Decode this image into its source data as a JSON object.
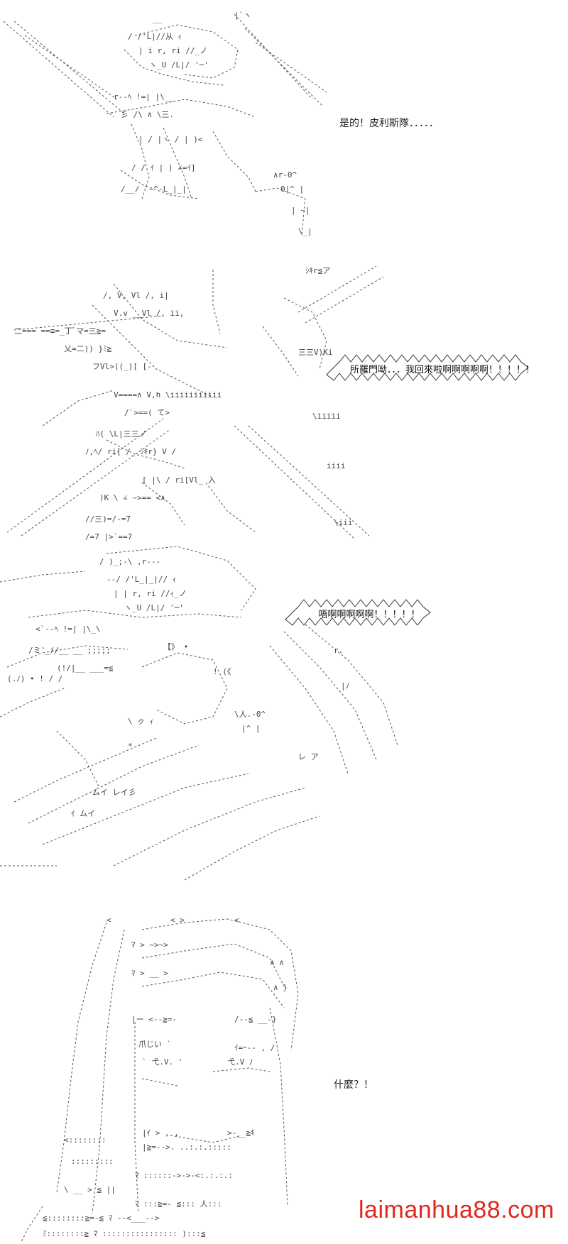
{
  "panels": [
    {
      "caption": "是的！皮利斯隊．．．．．"
    },
    {
      "caption": "所羅門呦．．．我回來啦啊啊啊啊啊！！！！！"
    },
    {
      "caption": "唔啊啊啊啊啊！！！！！"
    },
    {
      "caption": "什麼？！"
    }
  ],
  "watermark": "laimanhua88.com",
  "colors": {
    "line": "#333333",
    "watermark": "#e0281e",
    "background": "#ffffff"
  }
}
